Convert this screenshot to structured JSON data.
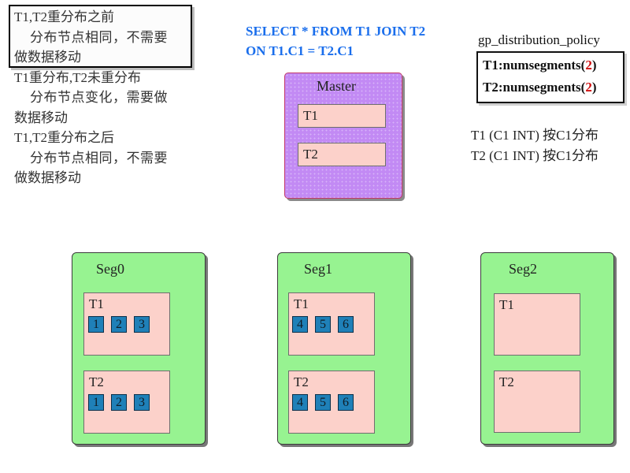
{
  "explanation": {
    "line1": "T1,T2重分布之前",
    "line2": "分布节点相同，不需要",
    "line3": "做数据移动",
    "line4": "T1重分布,T2未重分布",
    "line5": "分布节点变化，需要做",
    "line6": "数据移动",
    "line7": "T1,T2重分布之后",
    "line8": "分布节点相同，不需要",
    "line9": "做数据移动"
  },
  "sql": {
    "line1": "SELECT * FROM T1 JOIN T2",
    "line2": "ON T1.C1 = T2.C1"
  },
  "policy": {
    "title": "gp_distribution_policy",
    "rows": [
      {
        "prefix": "T1:numsegments",
        "open": "(",
        "value": "2",
        "close": ")"
      },
      {
        "prefix": "T2:numsegments",
        "open": "(",
        "value": "2",
        "close": ")"
      }
    ]
  },
  "distribution": {
    "t1": "T1 (C1 INT) 按C1分布",
    "t2": "T2 (C1 INT) 按C1分布"
  },
  "master": {
    "label": "Master",
    "tables": [
      "T1",
      "T2"
    ]
  },
  "segments": [
    {
      "label": "Seg0",
      "t1": {
        "label": "T1",
        "cells": [
          "1",
          "2",
          "3"
        ]
      },
      "t2": {
        "label": "T2",
        "cells": [
          "1",
          "2",
          "3"
        ]
      }
    },
    {
      "label": "Seg1",
      "t1": {
        "label": "T1",
        "cells": [
          "4",
          "5",
          "6"
        ]
      },
      "t2": {
        "label": "T2",
        "cells": [
          "4",
          "5",
          "6"
        ]
      }
    },
    {
      "label": "Seg2",
      "t1": {
        "label": "T1",
        "cells": []
      },
      "t2": {
        "label": "T2",
        "cells": []
      }
    }
  ],
  "colors": {
    "sql": "#1a6eec",
    "master": "#c28af4",
    "segment": "#97f391",
    "table": "#fcd1ca",
    "cell": "#1f80b8",
    "numsegments": "#d01010"
  }
}
